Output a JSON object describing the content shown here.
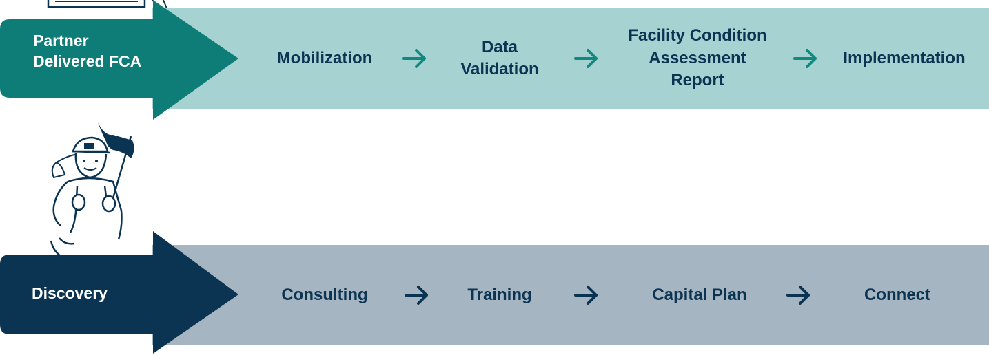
{
  "colors": {
    "top_band_bg": "#a7d2d2",
    "top_badge": "#0f7d77",
    "bottom_band_bg": "#a6b5c2",
    "bottom_badge": "#0b3352",
    "step_text": "#0b3352",
    "top_arrow": "#12897f",
    "bottom_arrow": "#0b3352"
  },
  "top_flow": {
    "badge_line1": "Partner",
    "badge_line2": "Delivered FCA",
    "steps": [
      {
        "line1": "Mobilization",
        "line2": "",
        "line3": ""
      },
      {
        "line1": "Data",
        "line2": "Validation",
        "line3": ""
      },
      {
        "line1": "Facility Condition",
        "line2": "Assessment",
        "line3": "Report"
      },
      {
        "line1": "Implementation",
        "line2": "",
        "line3": ""
      }
    ]
  },
  "bottom_flow": {
    "badge_label": "Discovery",
    "steps": [
      {
        "label": "Consulting"
      },
      {
        "label": "Training"
      },
      {
        "label": "Capital Plan"
      },
      {
        "label": "Connect"
      }
    ]
  },
  "icons": [
    "right-arrow-icon",
    "hiker-illustration"
  ]
}
